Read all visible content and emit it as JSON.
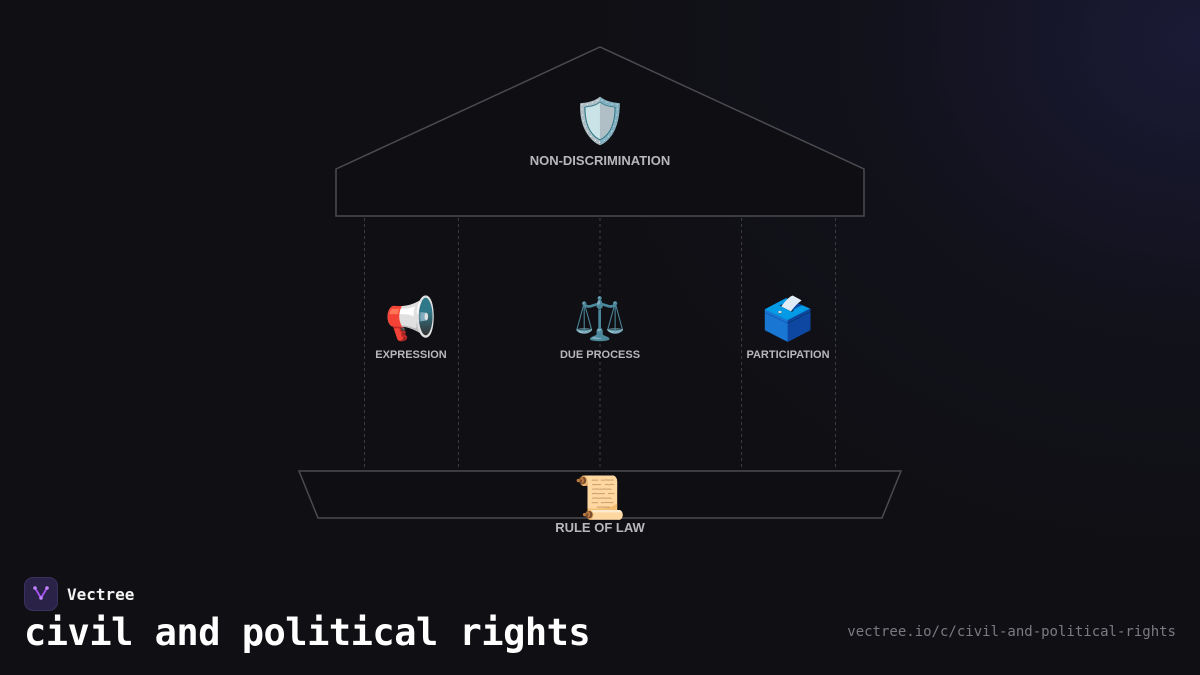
{
  "diagram": {
    "roof": {
      "label": "NON-DISCRIMINATION",
      "icon": "shield-icon",
      "emoji": "🛡️"
    },
    "pillars": [
      {
        "label": "EXPRESSION",
        "icon": "megaphone-icon",
        "emoji": "📢"
      },
      {
        "label": "DUE PROCESS",
        "icon": "balance-scale-icon",
        "emoji": "⚖️"
      },
      {
        "label": "PARTICIPATION",
        "icon": "ballot-box-icon",
        "emoji": "🗳️"
      }
    ],
    "foundation": {
      "label": "RULE OF LAW",
      "icon": "scroll-icon",
      "emoji": "📜"
    }
  },
  "brand": {
    "name": "Vectree",
    "logo_icon": "vectree-logo-icon"
  },
  "page": {
    "title": "civil and political rights",
    "url": "vectree.io/c/civil-and-political-rights"
  },
  "colors": {
    "background": "#101014",
    "outline": "#4a4a50",
    "label": "#b8b8bc",
    "accent": "#a855f7"
  }
}
